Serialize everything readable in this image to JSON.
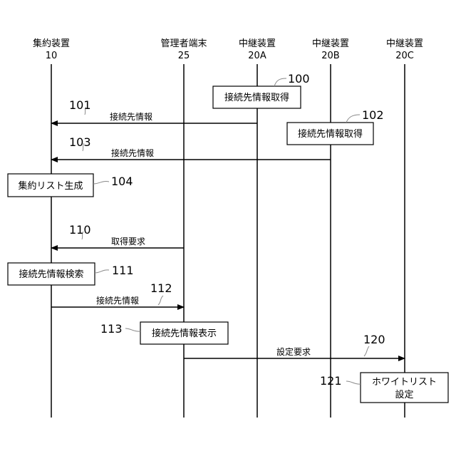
{
  "participants": [
    {
      "name": "集約装置",
      "num": "10"
    },
    {
      "name": "管理者端末",
      "num": "25"
    },
    {
      "name": "中継装置",
      "num": "20A"
    },
    {
      "name": "中継装置",
      "num": "20B"
    },
    {
      "name": "中継装置",
      "num": "20C"
    }
  ],
  "messages": [
    {
      "label": "接続先情報",
      "ref": "101"
    },
    {
      "label": "接続先情報",
      "ref": "103"
    },
    {
      "label": "取得要求",
      "ref": "110"
    },
    {
      "label": "接続先情報",
      "ref": "112"
    },
    {
      "label": "設定要求",
      "ref": "120"
    }
  ],
  "steps": [
    {
      "text": "接続先情報取得",
      "ref": "100"
    },
    {
      "text": "接続先情報取得",
      "ref": "102"
    },
    {
      "text": "集約リスト生成",
      "ref": "104"
    },
    {
      "text": "接続先情報検索",
      "ref": "111"
    },
    {
      "text": "接続先情報表示",
      "ref": "113"
    },
    {
      "text_line1": "ホワイトリスト",
      "text_line2": "設定",
      "ref": "121"
    }
  ]
}
